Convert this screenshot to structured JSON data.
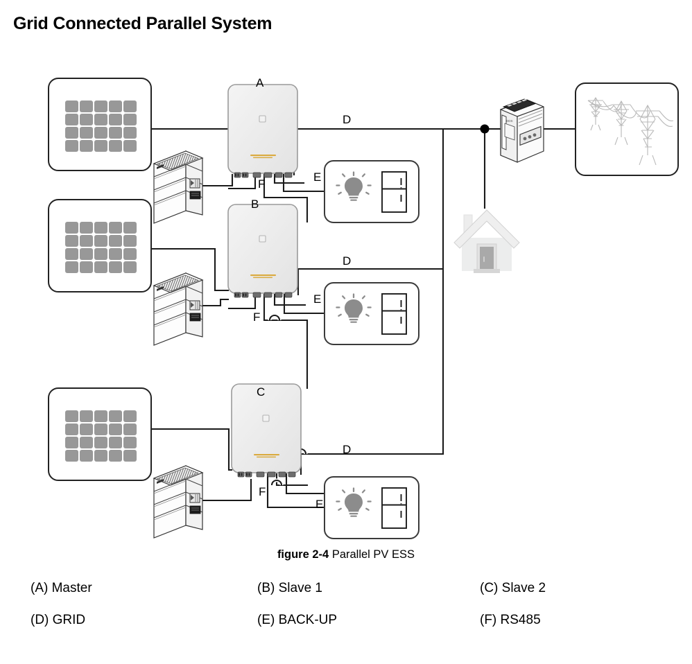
{
  "page": {
    "title": "Grid Connected Parallel System",
    "caption_figure": "figure 2-4",
    "caption_text": "Parallel PV ESS"
  },
  "legend": {
    "rows": [
      [
        {
          "key": "A",
          "label": "(A) Master"
        },
        {
          "key": "B",
          "label": "(B) Slave 1"
        },
        {
          "key": "C",
          "label": "(C) Slave 2"
        }
      ],
      [
        {
          "key": "D",
          "label": "(D) GRID"
        },
        {
          "key": "E",
          "label": "(E) BACK-UP"
        },
        {
          "key": "F",
          "label": "(F) RS485"
        }
      ]
    ]
  },
  "diagram": {
    "inverter_labels": [
      "A",
      "B",
      "C"
    ],
    "grid_labels": [
      "D",
      "D",
      "D"
    ],
    "backup_labels": [
      "E",
      "E",
      "E"
    ],
    "rs485_labels": [
      "F",
      "F",
      "F"
    ],
    "components": {
      "pv_panel": "solar-panel-icon",
      "battery": "battery-stack-icon",
      "inverter": "inverter-icon",
      "backup_load": "backup-load-icon",
      "bulb": "light-bulb-icon",
      "fridge": "refrigerator-icon",
      "meter": "energy-meter-icon",
      "grid_tower": "transmission-tower-icon",
      "house": "house-icon",
      "junction": "junction-dot"
    },
    "pv_grid": {
      "cols": 5,
      "rows": 4
    },
    "colors": {
      "wire": "#1a1a1a",
      "pv_cell": "#989898",
      "inverter_body": "#ececec",
      "inverter_logo": "#d9a227",
      "house_body": "#eceded",
      "house_door": "#a9a9a9",
      "bulb": "#8c8c8c",
      "outline": "#222222"
    }
  },
  "chart_data": {
    "type": "diagram",
    "title": "Grid Connected Parallel System",
    "nodes": [
      {
        "id": "pv1",
        "type": "pv-array",
        "role": "PV input for Master"
      },
      {
        "id": "pv2",
        "type": "pv-array",
        "role": "PV input for Slave 1"
      },
      {
        "id": "pv3",
        "type": "pv-array",
        "role": "PV input for Slave 2"
      },
      {
        "id": "bat1",
        "type": "battery-stack",
        "role": "Battery for Master"
      },
      {
        "id": "bat2",
        "type": "battery-stack",
        "role": "Battery for Slave 1"
      },
      {
        "id": "bat3",
        "type": "battery-stack",
        "role": "Battery for Slave 2"
      },
      {
        "id": "A",
        "type": "inverter",
        "label": "A",
        "role": "Master"
      },
      {
        "id": "B",
        "type": "inverter",
        "label": "B",
        "role": "Slave 1"
      },
      {
        "id": "C",
        "type": "inverter",
        "label": "C",
        "role": "Slave 2"
      },
      {
        "id": "backup1",
        "type": "backup-load",
        "role": "BACK-UP loads"
      },
      {
        "id": "backup2",
        "type": "backup-load",
        "role": "BACK-UP loads"
      },
      {
        "id": "backup3",
        "type": "backup-load",
        "role": "BACK-UP loads"
      },
      {
        "id": "meter",
        "type": "energy-meter"
      },
      {
        "id": "grid",
        "type": "utility-grid"
      },
      {
        "id": "house",
        "type": "house-load"
      }
    ],
    "edges": [
      {
        "from": "pv1",
        "to": "A",
        "label": ""
      },
      {
        "from": "bat1",
        "to": "A",
        "label": ""
      },
      {
        "from": "pv2",
        "to": "B",
        "label": ""
      },
      {
        "from": "bat2",
        "to": "B",
        "label": ""
      },
      {
        "from": "pv3",
        "to": "C",
        "label": ""
      },
      {
        "from": "bat3",
        "to": "C",
        "label": ""
      },
      {
        "from": "A",
        "to": "meter",
        "label": "D"
      },
      {
        "from": "B",
        "to": "meter",
        "label": "D"
      },
      {
        "from": "C",
        "to": "meter",
        "label": "D"
      },
      {
        "from": "A",
        "to": "backup1",
        "label": "E"
      },
      {
        "from": "B",
        "to": "backup2",
        "label": "E"
      },
      {
        "from": "C",
        "to": "backup3",
        "label": "E"
      },
      {
        "from": "A",
        "to": "B",
        "label": "F"
      },
      {
        "from": "B",
        "to": "C",
        "label": "F"
      },
      {
        "from": "meter",
        "to": "grid",
        "label": ""
      },
      {
        "from": "meter",
        "to": "house",
        "label": ""
      }
    ]
  }
}
